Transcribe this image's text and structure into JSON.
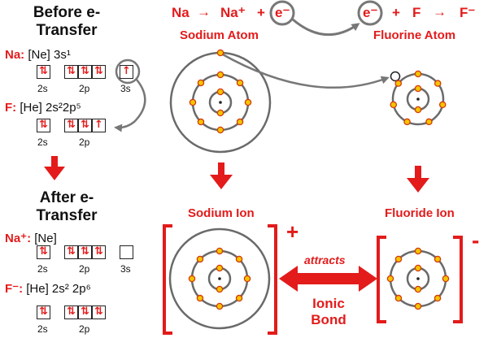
{
  "before_heading": "Before e-\nTransfer",
  "after_heading": "After e-\nTransfer",
  "na_label": "Na:",
  "na_config": "[Ne] 3s¹",
  "f_label": "F:",
  "f_config": "[He] 2s²2p⁵",
  "na_ion_label": "Na⁺:",
  "na_ion_config": "[Ne]",
  "f_ion_label": "F⁻:",
  "f_ion_config": "[He] 2s² 2p⁶",
  "orbital_labels": {
    "s2": "2s",
    "p2": "2p",
    "s3": "3s"
  },
  "equation": {
    "na": "Na",
    "arrow1": "→",
    "na_plus": "Na⁺",
    "plus1": "+",
    "e1": "e⁻",
    "e2": "e⁻",
    "plus2": "+",
    "f": "F",
    "arrow2": "→",
    "f_minus": "F⁻"
  },
  "sodium_atom": "Sodium Atom",
  "fluorine_atom": "Fluorine Atom",
  "sodium_ion": "Sodium Ion",
  "fluoride_ion": "Fluoride Ion",
  "na_charge": "+",
  "f_charge": "-",
  "attracts": "attracts",
  "ionic_bond": "Ionic\nBond",
  "colors": {
    "red": "#e31b1b",
    "gray": "#777777",
    "electron": "#f5c400"
  }
}
